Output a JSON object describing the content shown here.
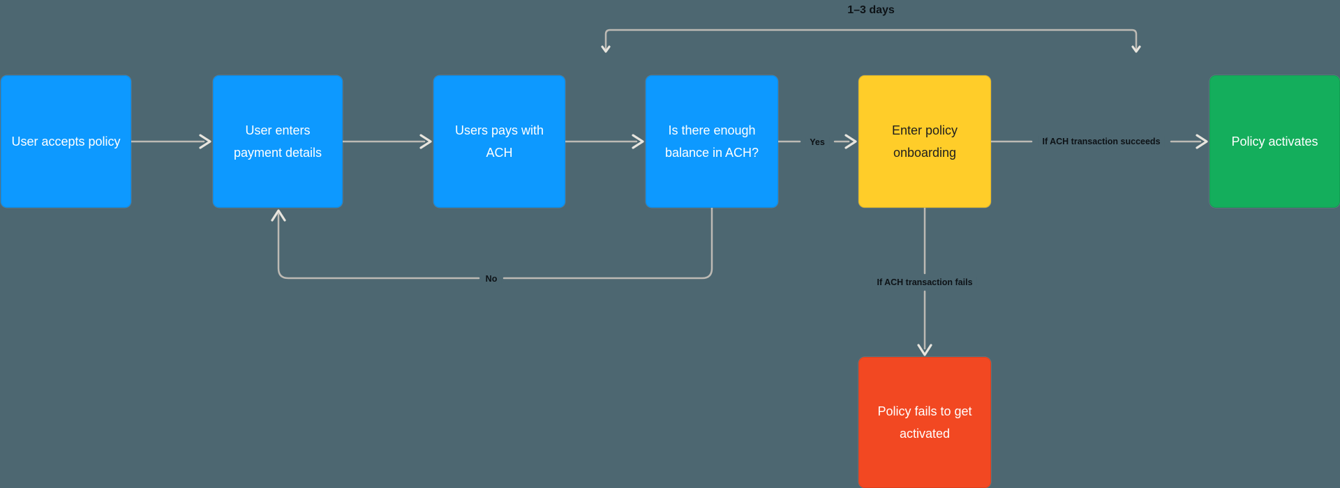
{
  "canvas": {
    "background": "#4D6771",
    "connector_color": "#BDBAB4",
    "connector_highlight": "#E8E5DE",
    "label_text_color": "#0D1216"
  },
  "nodes": [
    {
      "id": "user-accepts-policy",
      "label": "User accepts policy",
      "color": "#0D99FF",
      "text_color": "#FFFFFF"
    },
    {
      "id": "user-enters-payment-details",
      "label": "User enters payment details",
      "color": "#0D99FF",
      "text_color": "#FFFFFF"
    },
    {
      "id": "users-pays-with-ach",
      "label": "Users pays with ACH",
      "color": "#0D99FF",
      "text_color": "#FFFFFF"
    },
    {
      "id": "balance-decision",
      "label": "Is there enough balance in ACH?",
      "color": "#0D99FF",
      "text_color": "#FFFFFF"
    },
    {
      "id": "enter-policy-onboarding",
      "label": "Enter policy onboarding",
      "color": "#FFCD29",
      "text_color": "#1E1E1E"
    },
    {
      "id": "policy-activates",
      "label": "Policy activates",
      "color": "#14AE5C",
      "text_color": "#FFFFFF"
    },
    {
      "id": "policy-fails",
      "label": "Policy fails to get activated",
      "color": "#F24822",
      "text_color": "#FFFFFF"
    }
  ],
  "connector_labels": {
    "yes": "Yes",
    "no": "No",
    "succeeds": "If ACH transaction succeeds",
    "fails": "If ACH transaction fails",
    "duration": "1–3 days"
  }
}
